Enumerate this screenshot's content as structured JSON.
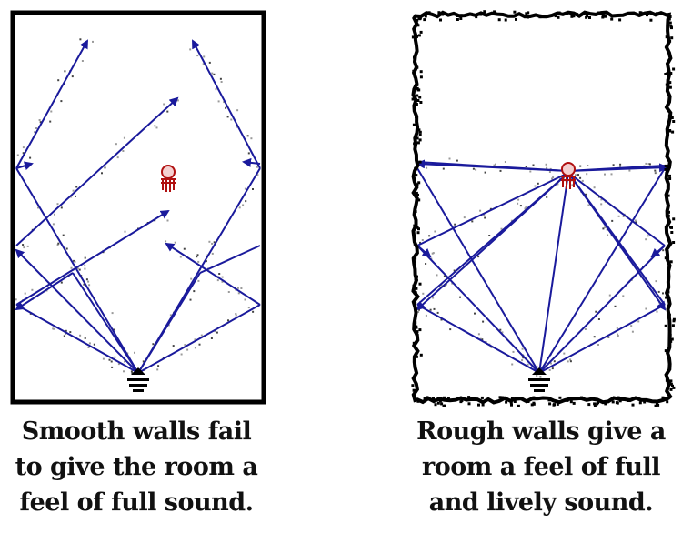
{
  "panels": [
    {
      "id": "smooth",
      "wall_texture": "smooth",
      "caption_lines": [
        "Smooth walls fail",
        "to give the room a",
        "feel of full sound."
      ]
    },
    {
      "id": "rough",
      "wall_texture": "rough",
      "caption_lines": [
        "Rough walls give a",
        "room a feel of full",
        "and lively sound."
      ]
    }
  ],
  "colors": {
    "ray": "#1a1a9c",
    "wall": "#000000",
    "listener": "#b01010",
    "noise": "#8a8a8a"
  },
  "icons": {
    "speaker": "speaker-icon",
    "listener": "listener-icon"
  }
}
